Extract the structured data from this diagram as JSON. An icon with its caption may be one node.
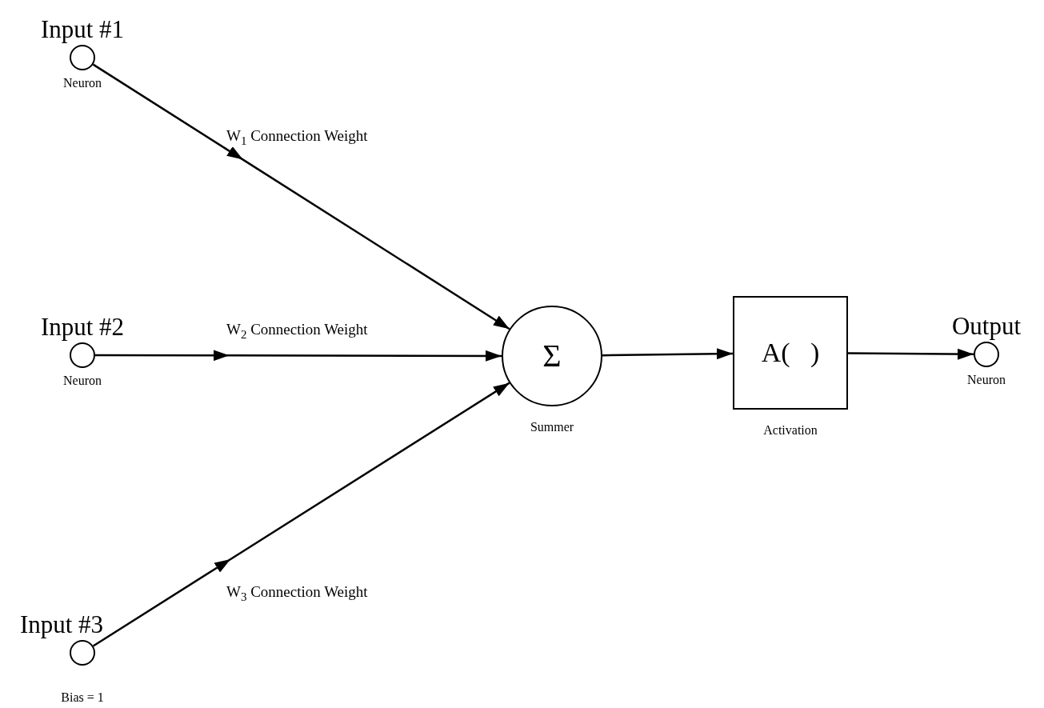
{
  "diagram": {
    "nodes": [
      {
        "text": [
          "Input #1"
        ],
        "beside": [
          "Neuron"
        ]
      },
      {
        "text": [
          "Input #2"
        ],
        "beside": [
          "Neuron"
        ]
      },
      {
        "text": [
          "Input #3"
        ],
        "beside": [
          "Bias = 1"
        ]
      },
      {
        "text": [
          "Σ"
        ],
        "beside": [
          "Summer"
        ]
      },
      {
        "text": [
          "A(   )"
        ],
        "beside": [
          "Activation"
        ]
      },
      {
        "text": [
          "Output"
        ],
        "beside": [
          "Neuron"
        ]
      }
    ],
    "edges": [
      {
        "from": 0,
        "to": 3,
        "arrow": "to",
        "label": "W$_{1}$ Connection Weight"
      },
      {
        "from": 1,
        "to": 3,
        "arrow": "to",
        "label": "W$_{2}$ Connection Weight"
      },
      {
        "from": 2,
        "to": 3,
        "arrow": "to",
        "label": "W$_{3}$ Connection Weight"
      },
      {
        "from": 3,
        "to": 4,
        "arrow": "to"
      },
      {
        "from": 4,
        "to": 5,
        "arrow": "to"
      }
    ]
  }
}
